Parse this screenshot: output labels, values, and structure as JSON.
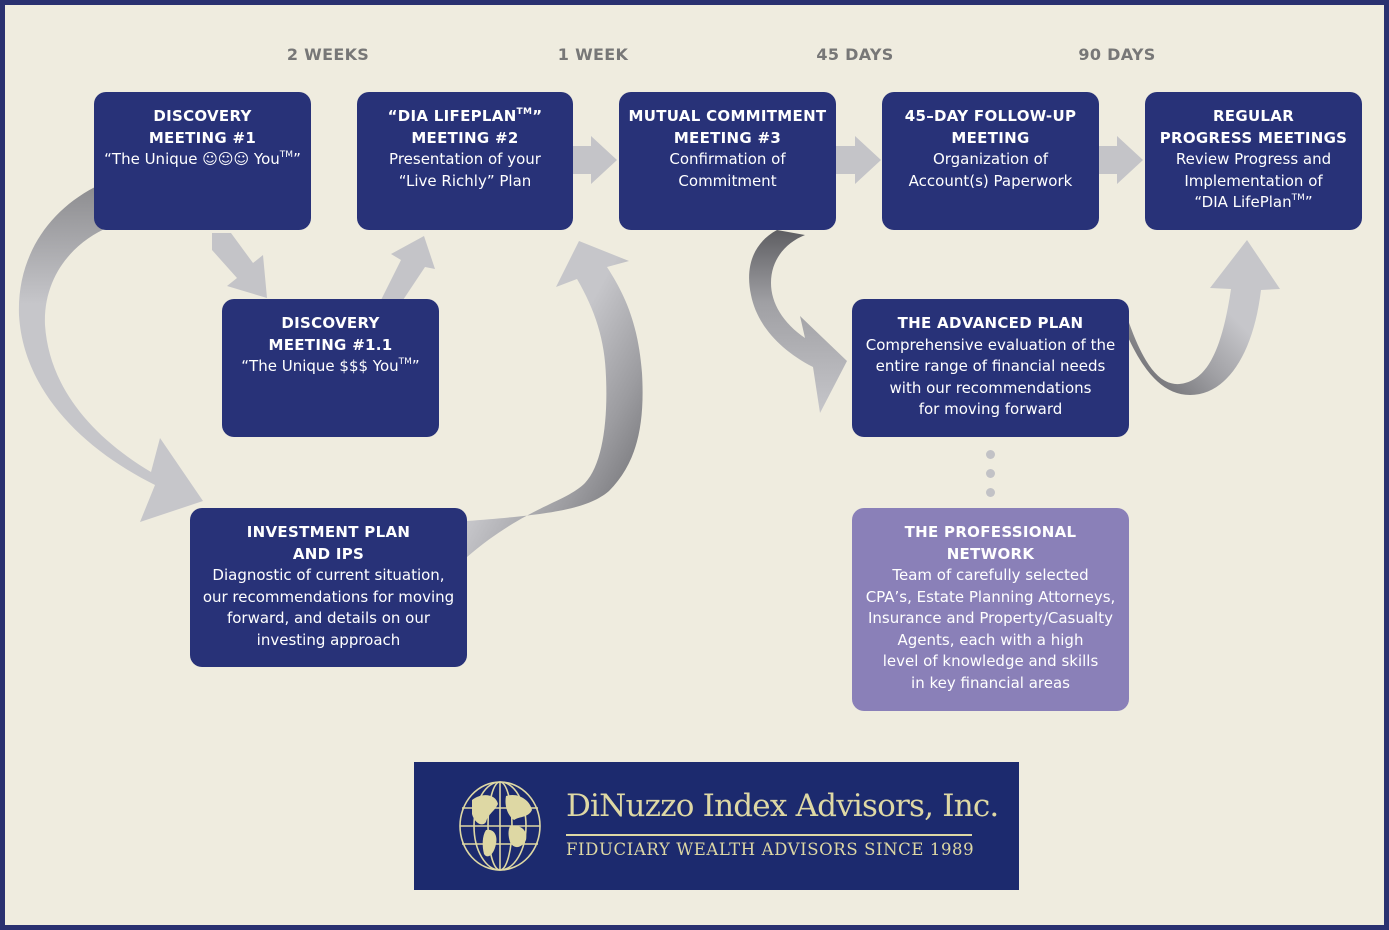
{
  "timeline": [
    "2 WEEKS",
    "1 WEEK",
    "45 DAYS",
    "90 DAYS"
  ],
  "boxes": {
    "discovery1": {
      "title": [
        "DISCOVERY",
        "MEETING #1"
      ],
      "desc_prefix": "“The Unique ☺☺☺ You",
      "tm": "TM",
      "desc_suffix": "”"
    },
    "lifeplan": {
      "title_prefix": "“DIA LIFEPLAN",
      "title_tm": "TM",
      "title_suffix": "”",
      "title2": "MEETING #2",
      "desc": [
        "Presentation of your",
        "“Live Richly” Plan"
      ]
    },
    "mutual": {
      "title": [
        "MUTUAL COMMITMENT",
        "MEETING #3"
      ],
      "desc": [
        "Confirmation of",
        "Commitment"
      ]
    },
    "followup": {
      "title": [
        "45–DAY FOLLOW-UP",
        "MEETING"
      ],
      "desc": [
        "Organization of",
        "Account(s) Paperwork"
      ]
    },
    "regular": {
      "title": [
        "REGULAR",
        "PROGRESS MEETINGS"
      ],
      "desc": [
        "Review Progress and",
        "Implementation of"
      ],
      "desc3_prefix": "“DIA LifePlan",
      "tm": "TM",
      "desc3_suffix": "”"
    },
    "discovery11": {
      "title": [
        "DISCOVERY",
        "MEETING #1.1"
      ],
      "desc_prefix": "“The Unique $$$ You",
      "tm": "TM",
      "desc_suffix": "”"
    },
    "advanced": {
      "title": "THE ADVANCED PLAN",
      "desc": [
        "Comprehensive evaluation of the",
        "entire range of financial needs",
        "with our recommendations",
        "for moving forward"
      ]
    },
    "investment": {
      "title": [
        "INVESTMENT PLAN",
        "AND IPS"
      ],
      "desc": [
        "Diagnostic of current situation,",
        "our recommendations for moving",
        "forward, and details on our",
        "investing approach"
      ]
    },
    "network": {
      "title": [
        "THE PROFESSIONAL",
        "NETWORK"
      ],
      "desc": [
        "Team of carefully selected",
        "CPA’s, Estate Planning Attorneys,",
        "Insurance and Property/Casualty",
        "Agents, each with a high",
        "level of knowledge and skills",
        "in key financial areas"
      ]
    }
  },
  "logo": {
    "company": "DiNuzzo Index Advisors, Inc.",
    "tagline": "FIDUCIARY WEALTH ADVISORS SINCE 1989"
  },
  "colors": {
    "box": "#283278",
    "network_box": "#8a80b8",
    "arrow_light": "#c4c4c8",
    "arrow_dark": "#6e6e70",
    "background": "#efecdf",
    "logo_bg": "#1c2a6e",
    "logo_gold": "#ded8a4"
  }
}
